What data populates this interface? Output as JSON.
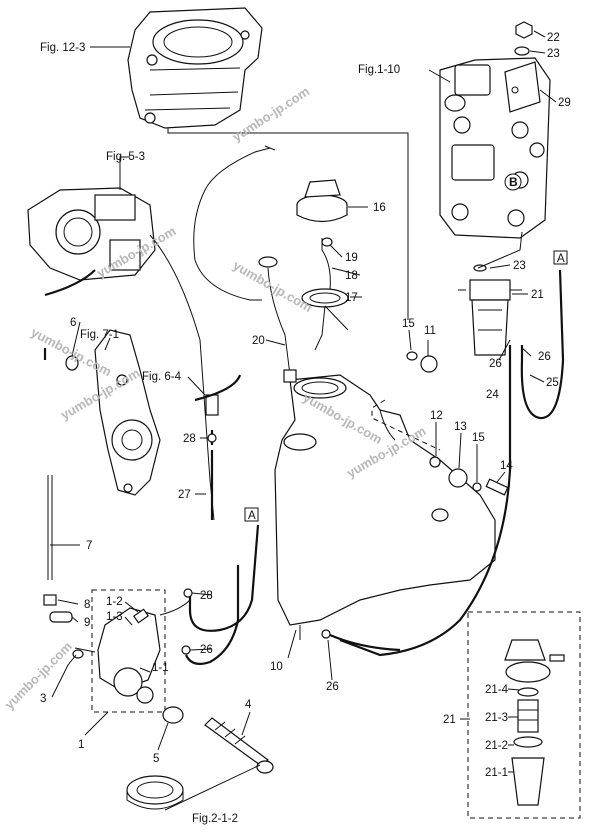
{
  "watermark": "yumbo-jp.com",
  "figure_refs": {
    "fig_12_3": "Fig. 12-3",
    "fig_5_3": "Fig. 5-3",
    "fig_7_1": "Fig. 7-1",
    "fig_6_4": "Fig. 6-4",
    "fig_1_10": "Fig.1-10",
    "fig_2_1_2": "Fig.2-1-2"
  },
  "boxed_label": "A",
  "part_labels": {
    "p1": "1",
    "p1_1": "1-1",
    "p1_2": "1-2",
    "p1_3": "1-3",
    "p3": "3",
    "p4": "4",
    "p5": "5",
    "p6": "6",
    "p7": "7",
    "p8": "8",
    "p9": "9",
    "p10": "10",
    "p11": "11",
    "p12": "12",
    "p13": "13",
    "p14": "14",
    "p15a": "15",
    "p15b": "15",
    "p16": "16",
    "p17": "17",
    "p18": "18",
    "p19": "19",
    "p20": "20",
    "p21": "21",
    "p21b": "21",
    "p21_1": "21-1",
    "p21_2": "21-2",
    "p21_3": "21-3",
    "p21_4": "21-4",
    "p22": "22",
    "p23a": "23",
    "p23b": "23",
    "p24": "24",
    "p25": "25",
    "p26a": "26",
    "p26b": "26",
    "p26c": "26",
    "p26d": "26",
    "p27": "27",
    "p28a": "28",
    "p28b": "28",
    "p29": "29"
  },
  "valve_mark": "B"
}
